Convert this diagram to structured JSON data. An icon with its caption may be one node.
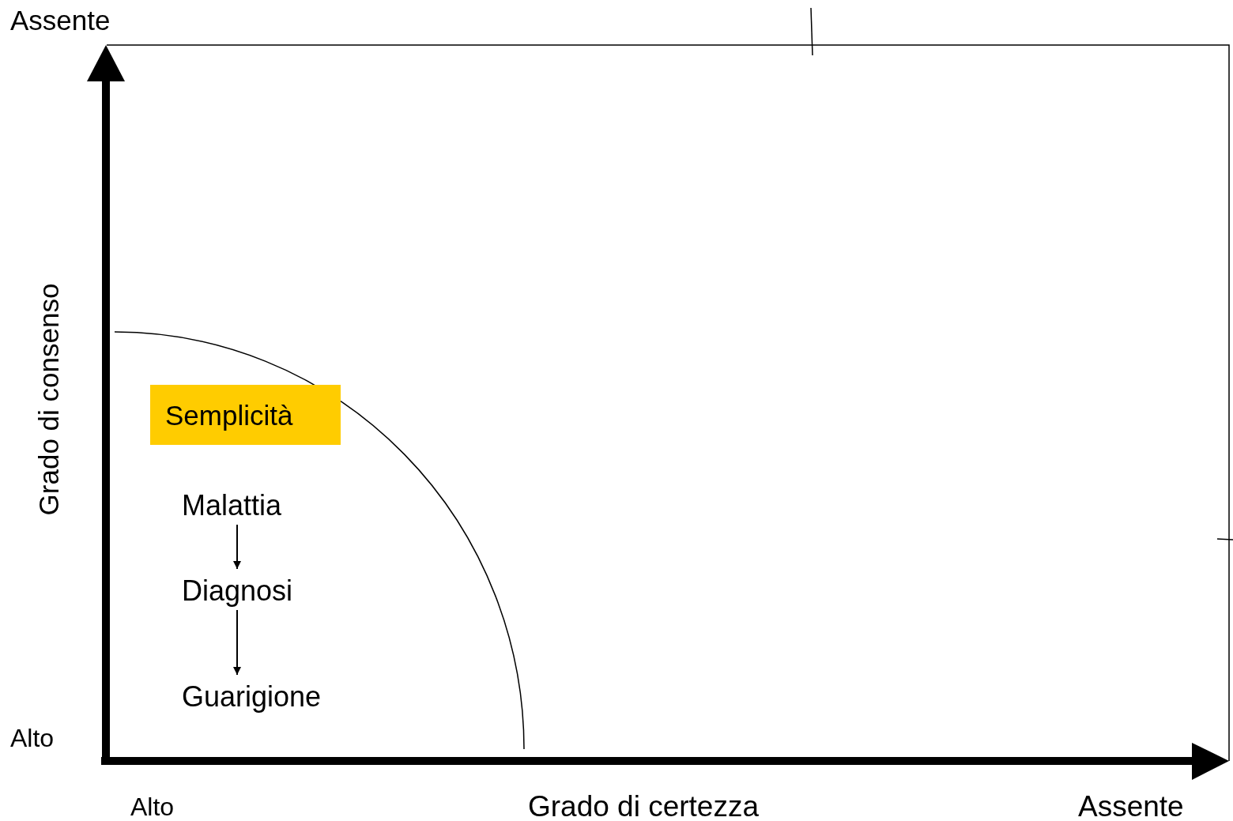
{
  "diagram": {
    "nodes": [
      {
        "text": [
          "Semplicità"
        ]
      },
      {
        "text": [
          "Malattia"
        ]
      },
      {
        "text": [
          "Diagnosi"
        ]
      },
      {
        "text": [
          "Guarigione"
        ]
      }
    ],
    "edges": [
      {
        "from": 1,
        "to": 2,
        "arrow": "to"
      },
      {
        "from": 2,
        "to": 3,
        "arrow": "to"
      }
    ],
    "labels": [
      "Assente",
      "Grado di consenso",
      "Alto",
      "Alto",
      "Grado di certezza",
      "Assente"
    ]
  }
}
